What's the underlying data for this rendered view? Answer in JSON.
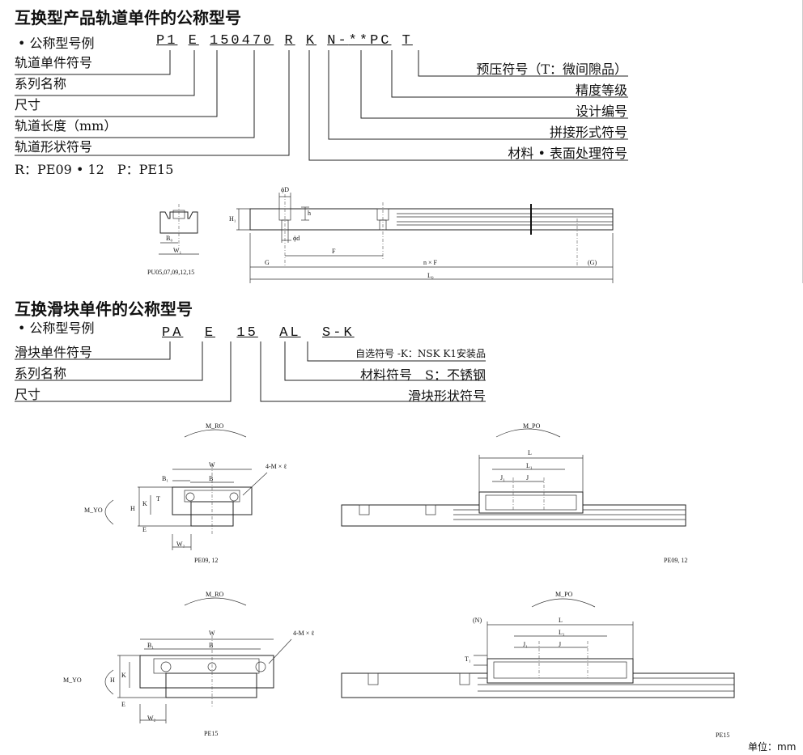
{
  "rail_section": {
    "title": "互换型产品轨道单件的公称型号",
    "example_label": "• 公称型号例",
    "code_parts": [
      "P1",
      "E",
      "15",
      "0470",
      "R",
      "K",
      "N",
      "-",
      "**",
      "PC",
      "T"
    ],
    "left_labels": [
      "轨道单件符号",
      "系列名称",
      "尺寸",
      "轨道长度（mm）",
      "轨道形状符号"
    ],
    "right_labels": [
      "预压符号（T：微间隙品）",
      "精度等级",
      "设计编号",
      "拼接形式符号",
      "材料 • 表面处理符号"
    ],
    "shape_note": "R：PE09 • 12　P：PE15",
    "figure": {
      "section_caption": "PU05,07,09,12,15",
      "dims": {
        "b0": "B₀",
        "w1": "W₁",
        "h1": "H₁",
        "phiD": "ϕD",
        "h": "h",
        "phid": "ϕd",
        "G": "G",
        "F": "F",
        "nF": "n × F",
        "G2": "(G)",
        "L0": "L₀"
      }
    }
  },
  "block_section": {
    "title": "互换滑块单件的公称型号",
    "example_label": "• 公称型号例",
    "code_parts": [
      "PA",
      "E",
      "15",
      "AL",
      "S",
      "-",
      "K"
    ],
    "left_labels": [
      "滑块单件符号",
      "系列名称",
      "尺寸"
    ],
    "right_labels": [
      "自选符号 -K：NSK K1安装品",
      "材料符号　S：不锈钢",
      "滑块形状符号"
    ]
  },
  "drawings": {
    "mro": "M_RO",
    "mpo": "M_PO",
    "myo": "M_YO",
    "W": "W",
    "B": "B",
    "B1": "B₁",
    "W2": "W₂",
    "H": "H",
    "K": "K",
    "E": "E",
    "T": "T",
    "T1": "T₁",
    "tap": "4-M × ℓ",
    "L": "L",
    "L1": "L₁",
    "J": "J",
    "J1": "J₁",
    "N": "(N)",
    "cap_pe0912_left": "PE09, 12",
    "cap_pe0912_right": "PE09, 12",
    "cap_pe15_left": "PE15",
    "cap_pe15_right": "PE15"
  },
  "unit": "单位：mm"
}
